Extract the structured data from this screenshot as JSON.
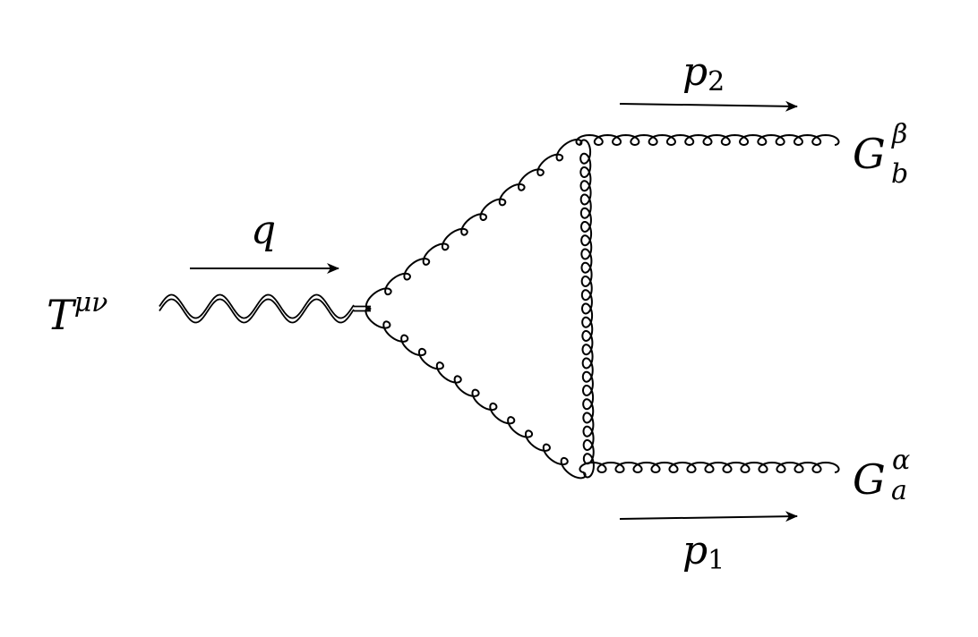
{
  "diagram": {
    "source": {
      "base": "T",
      "sup": "μν"
    },
    "incoming_momentum": "q",
    "out_top": {
      "base": "G",
      "sub": "b",
      "sup": "β"
    },
    "out_bottom": {
      "base": "G",
      "sub": "a",
      "sup": "α"
    },
    "p2": {
      "base": "p",
      "sub": "2"
    },
    "p1": {
      "base": "p",
      "sub": "1"
    },
    "line_color": "#000000"
  }
}
